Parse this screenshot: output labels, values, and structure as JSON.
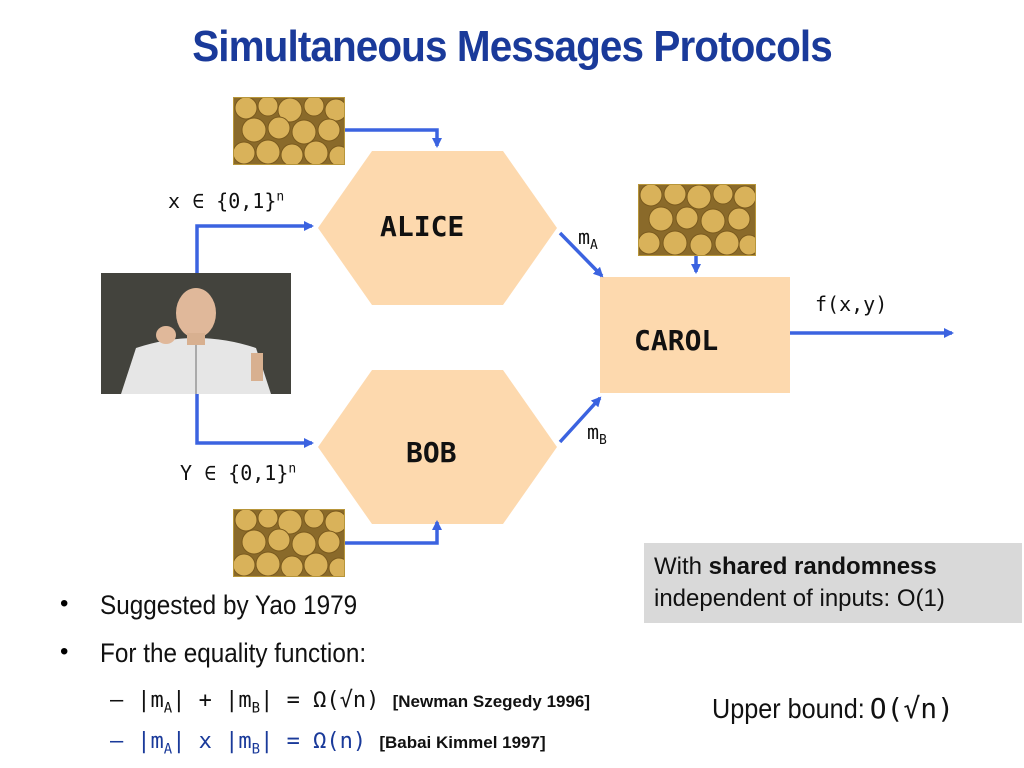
{
  "title": "Simultaneous Messages Protocols",
  "diagram": {
    "alice_label": "ALICE",
    "bob_label": "BOB",
    "carol_label": "CAROL",
    "x_input": {
      "var": "x",
      "set": "{0,1}",
      "sup": "n"
    },
    "y_input": {
      "var": "Y",
      "set": "{0,1}",
      "sup": "n"
    },
    "m_a": {
      "base": "m",
      "sub": "A"
    },
    "m_b": {
      "base": "m",
      "sub": "B"
    },
    "output": "f(x,y)",
    "colors": {
      "hexagon": "#fdd9ae",
      "arrow": "#3b63e0",
      "title": "#1a3a9a"
    },
    "images": [
      "coins-image",
      "coins-image",
      "coins-image",
      "person-photo"
    ]
  },
  "shared_box": {
    "line1_prefix": "With ",
    "line1_bold": "shared randomness",
    "line2": "independent of inputs: O(1)"
  },
  "bullets": [
    "Suggested by Yao 1979",
    "For the equality function:"
  ],
  "sub_bullets": [
    {
      "dash": "–",
      "expr_a": "|m",
      "sub_a": "A",
      "expr_mid": "| + |m",
      "sub_b": "B",
      "expr_end": "| = ",
      "omega": "Ω(√n)",
      "citation": "[Newman Szegedy 1996]"
    },
    {
      "dash": "–",
      "expr_a": "|m",
      "sub_a": "A",
      "expr_mid": "| x |m",
      "sub_b": "B",
      "expr_end": "| = ",
      "omega": "Ω(n)",
      "citation": "[Babai Kimmel 1997]"
    }
  ],
  "upper_bound": {
    "label": "Upper bound: ",
    "value": "O(√n)"
  }
}
